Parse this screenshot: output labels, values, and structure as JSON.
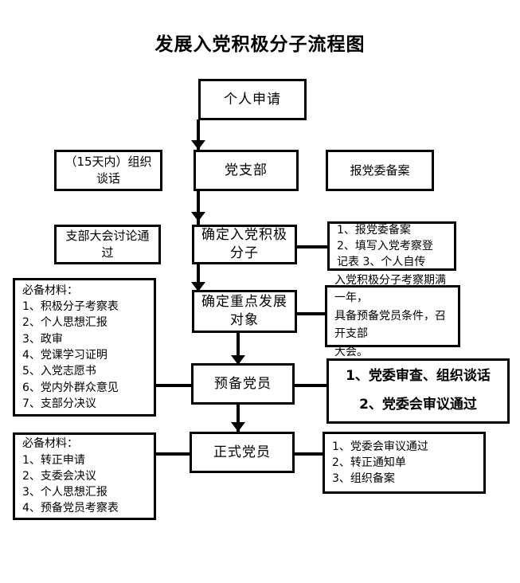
{
  "title": "发展入党积极分子流程图",
  "nodes": {
    "personal_application": "个人申请",
    "party_branch": "党支部",
    "talk_15days": [
      "（15天内）组织",
      "谈话"
    ],
    "report_filing": "报党委备案",
    "branch_meeting_discuss": [
      "支部大会讨论通",
      "过"
    ],
    "confirm_activist": [
      "确定入党积极",
      "分子"
    ],
    "activist_materials": [
      "1、报党委备案",
      "2、填写入党考察登",
      "记表 3、个人自传"
    ],
    "confirm_key_target": [
      "确定重点发展",
      "对象"
    ],
    "key_target_note": [
      "入党积极分子考察期满一年，",
      "具备预备党员条件，召开支部",
      "大会。"
    ],
    "required_materials_1": [
      "必备材料：",
      "1、积极分子考察表",
      "2、个人思想汇报",
      "3、政审",
      "4、党课学习证明",
      "5、入党志愿书",
      "6、党内外群众意见",
      "7、支部分决议"
    ],
    "probationary_member": "预备党员",
    "probationary_steps": [
      "1、党委审查、组织谈话",
      "2、党委会审议通过"
    ],
    "required_materials_2": [
      "必备材料：",
      "1、转正申请",
      "2、支委会决议",
      "3、个人思想汇报",
      "4、预备党员考察表"
    ],
    "full_member": "正式党员",
    "full_member_steps": [
      "1、党委会审议通过",
      "2、转正通知单",
      "3、组织备案"
    ]
  },
  "colors": {
    "background": "#ffffff",
    "line": "#000000",
    "text": "#000000"
  }
}
